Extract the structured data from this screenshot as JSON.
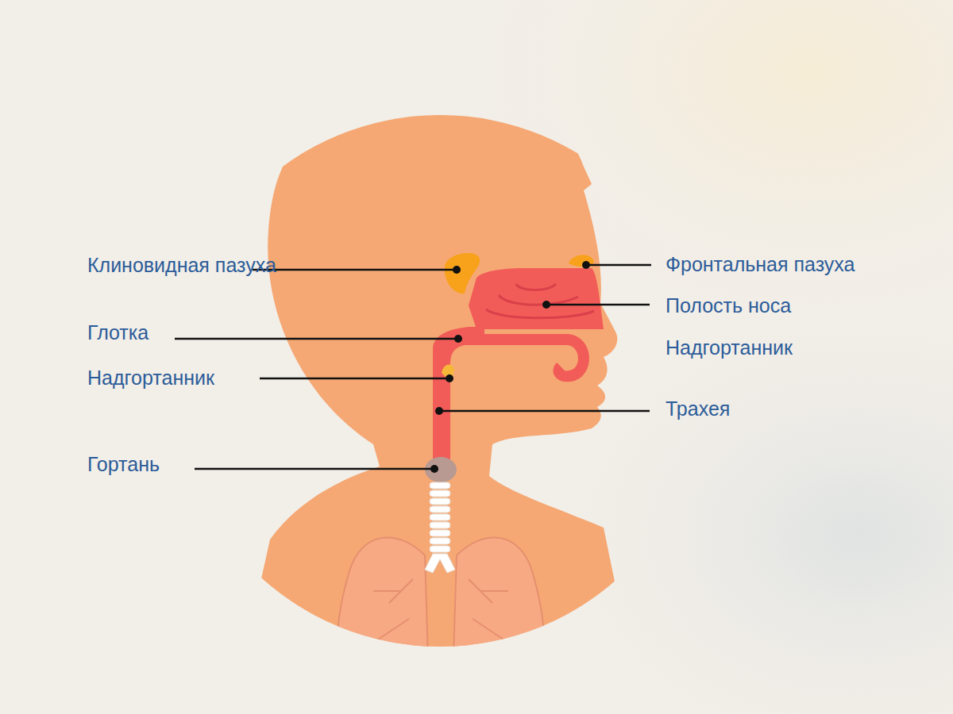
{
  "diagram": {
    "labels": [
      "Клиновидная пазуха",
      "Фронтальная пазуха",
      "Полость носа",
      "Глотка",
      "Надгортанник",
      "Надгортанник",
      "Трахея",
      "Гортань"
    ]
  }
}
